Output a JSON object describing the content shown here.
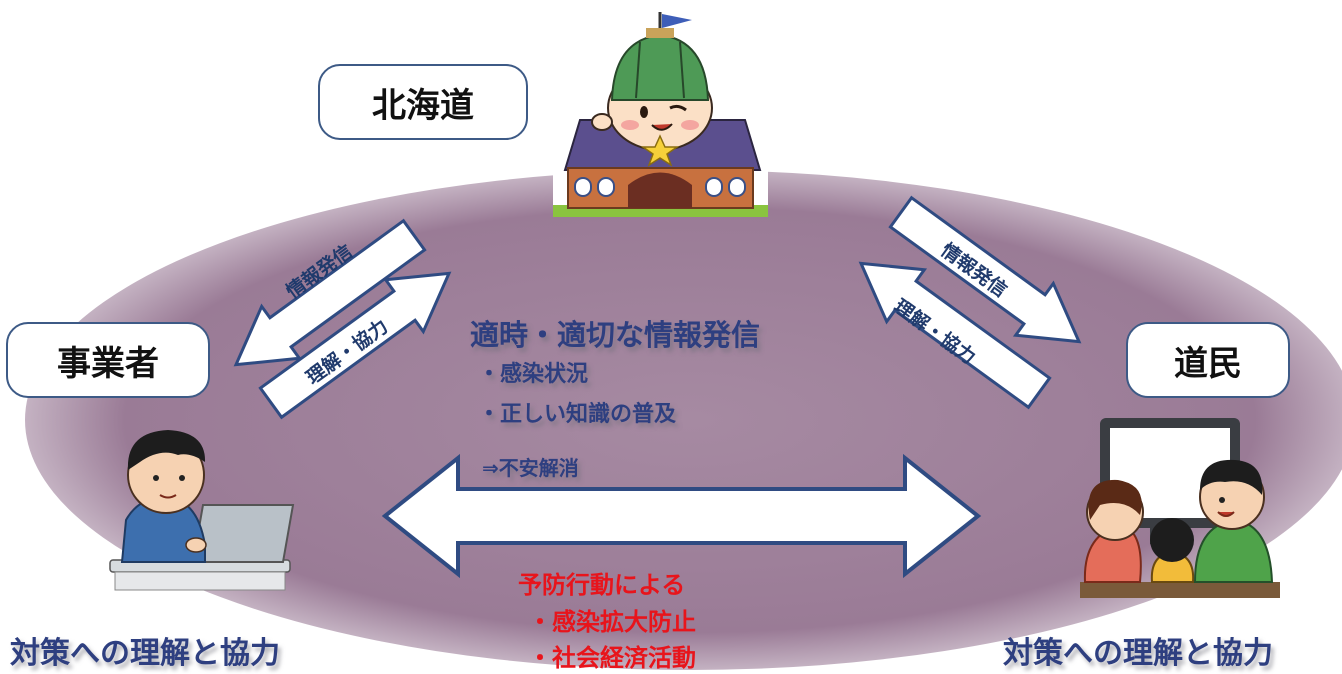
{
  "nodes": {
    "hokkaido": "北海道",
    "business": "事業者",
    "residents": "道民"
  },
  "arrows": {
    "left_upper": "情報発信",
    "left_lower": "理解・協力",
    "right_upper": "情報発信",
    "right_lower": "理解・協力"
  },
  "center": {
    "title": "適時・適切な情報発信",
    "items": [
      "・感染状況",
      "・正しい知識の普及"
    ],
    "result": "⇒不安解消"
  },
  "prevention": {
    "title": "予防行動による",
    "items": [
      "・感染拡大防止",
      "・社会経済活動"
    ]
  },
  "captions": {
    "left": "対策への理解と協力",
    "right": "対策への理解と協力"
  },
  "colors": {
    "ellipse": "#9b7c96",
    "arrow_border": "#2f4b82",
    "text_blue": "#2e3f80",
    "text_red": "#e8141b"
  },
  "icons": {
    "hokkaido": "mascot-on-building-icon",
    "business": "person-at-laptop-icon",
    "residents": "family-watching-tv-icon"
  }
}
